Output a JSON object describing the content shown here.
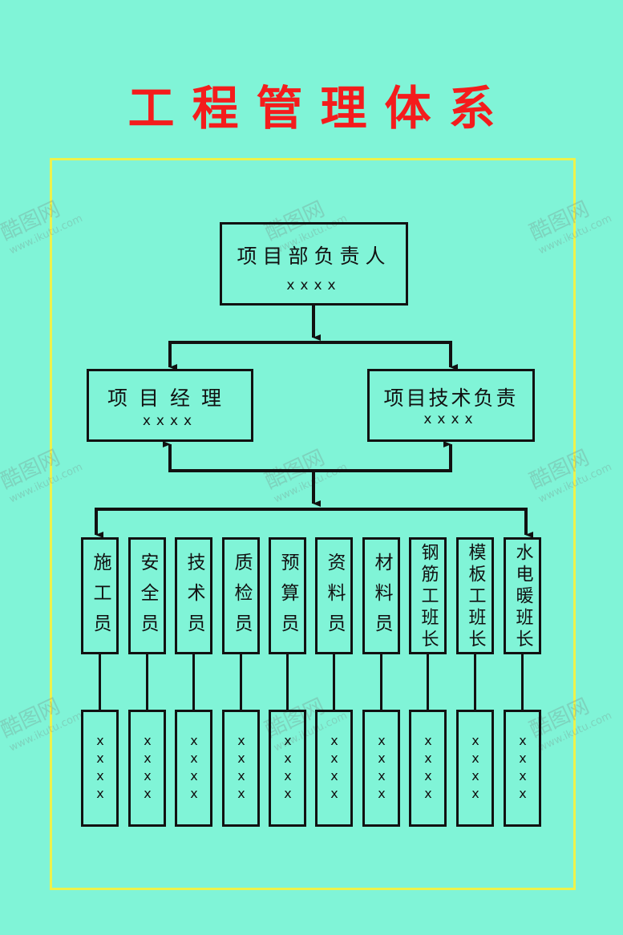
{
  "title": "工程管理体系",
  "watermark": {
    "name": "酷图网",
    "url": "www.ikutu.com"
  },
  "top": {
    "label": "项目部负责人",
    "value": "xxxx"
  },
  "level2": [
    {
      "label": "项目经理",
      "value": "xxxx"
    },
    {
      "label": "项目技术负责",
      "value": "xxxx"
    }
  ],
  "roles": [
    {
      "label": "施工员",
      "value": "xxxx"
    },
    {
      "label": "安全员",
      "value": "xxxx"
    },
    {
      "label": "技术员",
      "value": "xxxx"
    },
    {
      "label": "质检员",
      "value": "xxxx"
    },
    {
      "label": "预算员",
      "value": "xxxx"
    },
    {
      "label": "资料员",
      "value": "xxxx"
    },
    {
      "label": "材料员",
      "value": "xxxx"
    },
    {
      "label": "钢筋工班长",
      "value": "xxxx"
    },
    {
      "label": "模板工班长",
      "value": "xxxx"
    },
    {
      "label": "水电暖班长",
      "value": "xxxx"
    }
  ],
  "colors": {
    "background": "#80f4d7",
    "title": "#f41c1c",
    "frame": "#eef24a",
    "line": "#111111"
  }
}
